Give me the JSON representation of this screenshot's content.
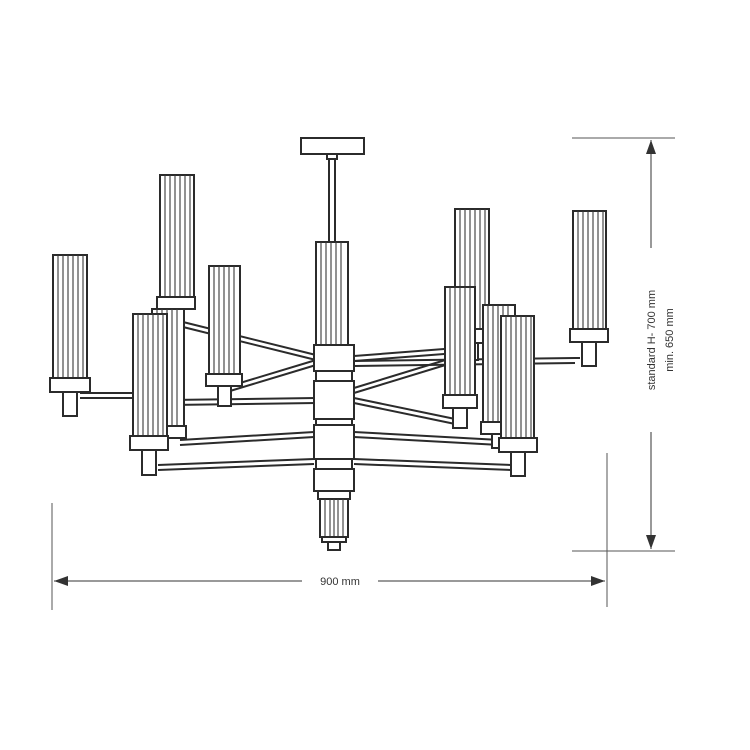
{
  "dimensions": {
    "width_label": "900 mm",
    "height_label": "standard H- 700 mm",
    "height_min_label": "min. 650 mm"
  },
  "colors": {
    "line": "#2b2b2b",
    "background": "#ffffff"
  }
}
